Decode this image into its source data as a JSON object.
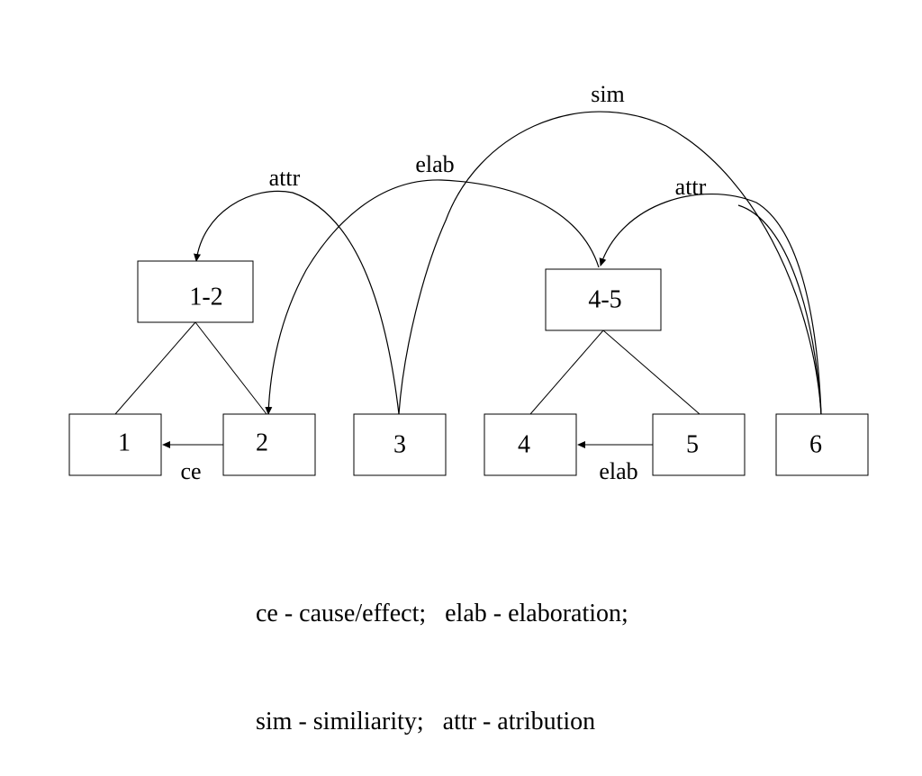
{
  "colors": {
    "default_text": "#000000",
    "highlight_text": "#1aab8a"
  },
  "nodes": {
    "n1": {
      "label": "1"
    },
    "n2": {
      "label": "2"
    },
    "n3": {
      "label": "3"
    },
    "n4": {
      "label": "4"
    },
    "n5": {
      "label": "5"
    },
    "n6": {
      "label": "6"
    },
    "n12": {
      "label": "1-2"
    },
    "n45": {
      "label": "4-5"
    }
  },
  "relations": {
    "ce": "ce",
    "elab_low": "elab",
    "attr_left": "attr",
    "elab_top": "elab",
    "sim": "sim",
    "attr_right": "attr"
  },
  "legend": {
    "line1": "ce - cause/effect;   elab - elaboration;",
    "line2": "sim - similiarity;   attr - atribution"
  }
}
